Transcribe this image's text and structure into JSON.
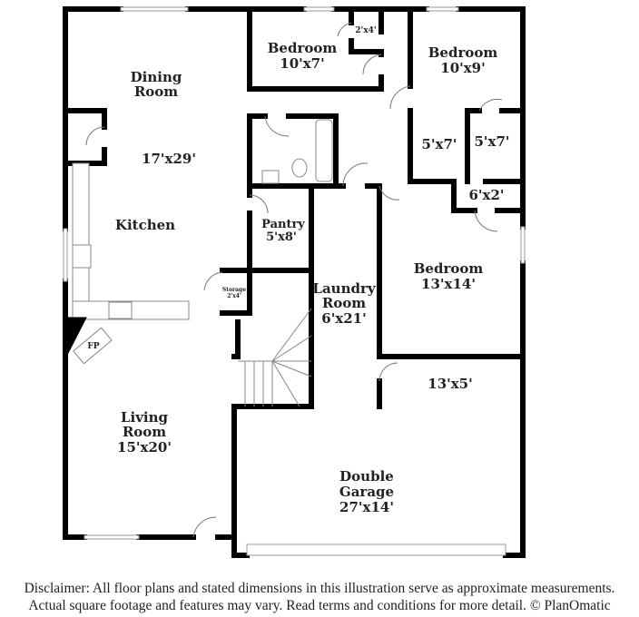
{
  "rooms": {
    "dining": {
      "name_1": "Dining",
      "name_2": "Room",
      "dims": "17'x29'"
    },
    "kitchen": {
      "name": "Kitchen"
    },
    "bedroom_top": {
      "name": "Bedroom",
      "dims": "10'x7'"
    },
    "closet_top": {
      "dims": "2'x4'"
    },
    "bedroom_right": {
      "name": "Bedroom",
      "dims": "10'x9'"
    },
    "closet_a": {
      "dims": "5'x7'"
    },
    "closet_b": {
      "dims": "5'x7'"
    },
    "closet_c": {
      "dims": "6'x2'"
    },
    "pantry": {
      "name": "Pantry",
      "dims": "5'x8'"
    },
    "storage": {
      "name": "Storage",
      "dims": "2'x4'"
    },
    "laundry": {
      "name_1": "Laundry",
      "name_2": "Room",
      "dims": "6'x21'"
    },
    "bedroom_main": {
      "name": "Bedroom",
      "dims": "13'x14'"
    },
    "garage_nook": {
      "dims": "13'x5'"
    },
    "fireplace": {
      "label": "FP"
    },
    "living": {
      "name_1": "Living",
      "name_2": "Room",
      "dims": "15'x20'"
    },
    "garage": {
      "name_1": "Double",
      "name_2": "Garage",
      "dims": "27'x14'"
    }
  },
  "disclaimer": {
    "line_1": "Disclaimer: All floor plans and stated dimensions in this illustration serve as approximate measurements.",
    "line_2": "Actual square footage and features may vary. Read terms and conditions for more detail. © PlanOmatic"
  }
}
